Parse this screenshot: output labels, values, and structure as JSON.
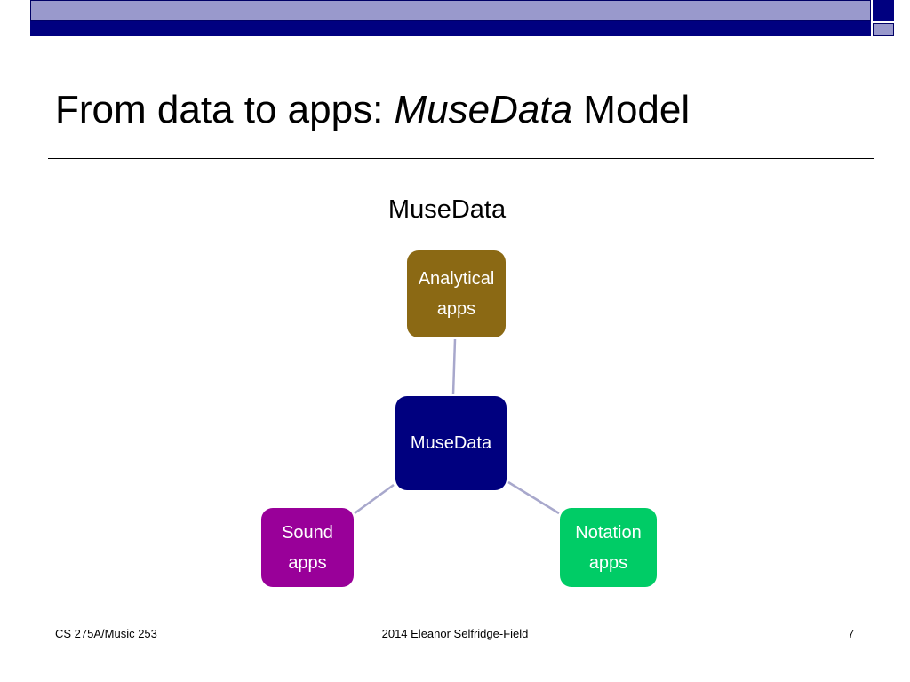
{
  "slide": {
    "title_prefix": "From data to apps: ",
    "title_emphasis": "MuseData",
    "title_suffix": " Model"
  },
  "diagram": {
    "heading": "MuseData",
    "center": {
      "label": "MuseData",
      "color": "#00007f"
    },
    "top": {
      "line1": "Analytical",
      "line2": "apps",
      "color": "#8b6914"
    },
    "left": {
      "line1": "Sound",
      "line2": "apps",
      "color": "#990099"
    },
    "right": {
      "line1": "Notation",
      "line2": "apps",
      "color": "#00cc66"
    },
    "connector_color": "#a8a8cc"
  },
  "footer": {
    "course": "CS 275A/Music 253",
    "credit": "2014 Eleanor Selfridge-Field",
    "page_number": "7"
  },
  "theme": {
    "bar_light": "#9999cc",
    "bar_dark": "#000080"
  }
}
